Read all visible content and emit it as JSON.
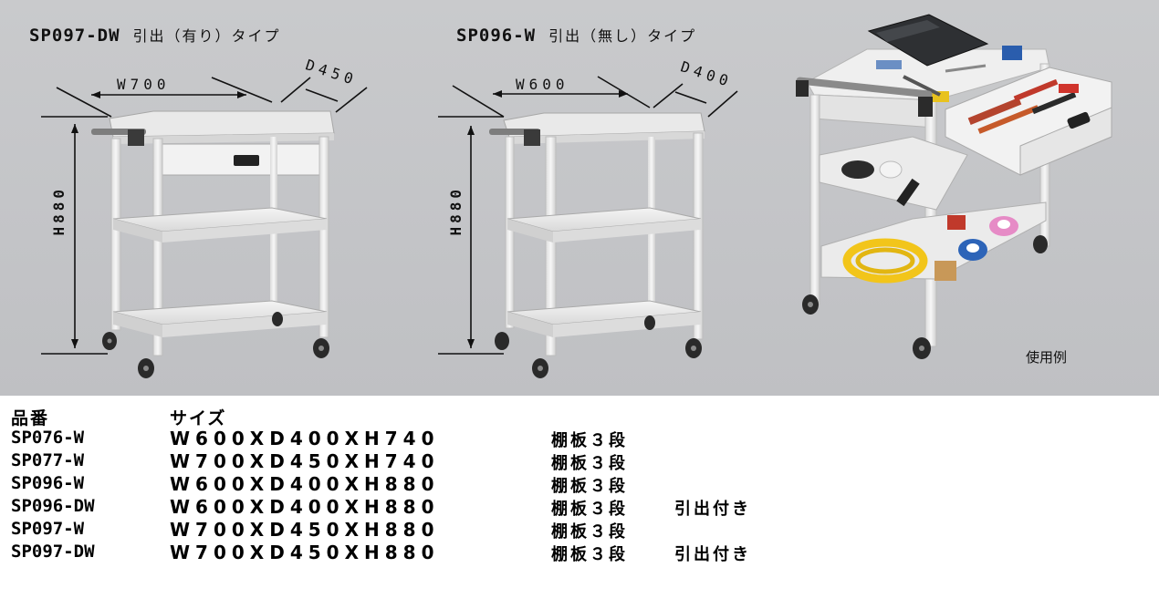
{
  "headings": {
    "left_model": "SP097-DW",
    "left_type": "引出（有り）タイプ",
    "middle_model": "SP096-W",
    "middle_type": "引出（無し）タイプ"
  },
  "dimensions": {
    "left": {
      "width": "W700",
      "depth": "D450",
      "height": "H880"
    },
    "middle": {
      "width": "W600",
      "depth": "D400",
      "height": "H880"
    }
  },
  "usage_label": "使用例",
  "table": {
    "header": {
      "model": "品番",
      "size": "サイズ"
    },
    "rows": [
      {
        "model": "SP076-W",
        "size": "W600XD400XH740",
        "shelves": "棚板３段",
        "note": ""
      },
      {
        "model": "SP077-W",
        "size": "W700XD450XH740",
        "shelves": "棚板３段",
        "note": ""
      },
      {
        "model": "SP096-W",
        "size": "W600XD400XH880",
        "shelves": "棚板３段",
        "note": ""
      },
      {
        "model": "SP096-DW",
        "size": "W600XD400XH880",
        "shelves": "棚板３段",
        "note": "引出付き"
      },
      {
        "model": "SP097-W",
        "size": "W700XD450XH880",
        "shelves": "棚板３段",
        "note": ""
      },
      {
        "model": "SP097-DW",
        "size": "W700XD450XH880",
        "shelves": "棚板３段",
        "note": "引出付き"
      }
    ]
  },
  "colors": {
    "background_panel": "#c5c6c9",
    "cart_body": "#ececec",
    "cart_shadow": "#b9babd",
    "caster": "#2a2a2a"
  }
}
